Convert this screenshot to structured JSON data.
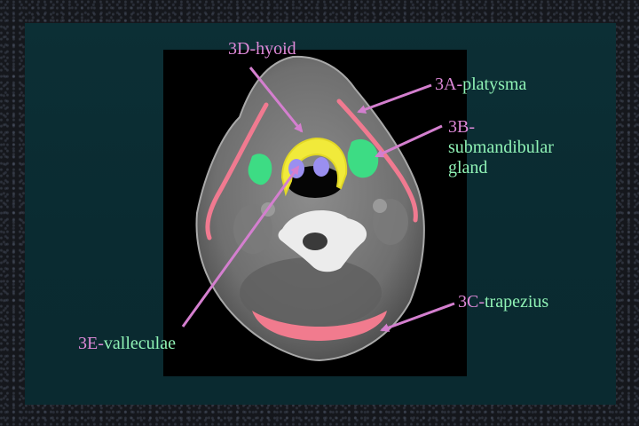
{
  "labels": {
    "hyoid": {
      "code": "3D-",
      "name": "hyoid"
    },
    "platysma": {
      "code": "3A-",
      "name": "platysma"
    },
    "submandibular": {
      "code": "3B-",
      "name_line1": "submandibular",
      "name_line2": "gland"
    },
    "trapezius": {
      "code": "3C-",
      "name": "trapezius"
    },
    "valleculae": {
      "code": "3E-",
      "name": "valleculae"
    }
  },
  "colors": {
    "label_code": "#de89d8",
    "label_name": "#8ff2b5",
    "arrow": "#d47fcf",
    "hyoid_fill": "#f1ea3a",
    "platysma_stroke": "#f07a90",
    "submandibular_fill": "#3ddc84",
    "trapezius_fill": "#f17b8e",
    "valleculae_fill": "#9a8ff0"
  }
}
